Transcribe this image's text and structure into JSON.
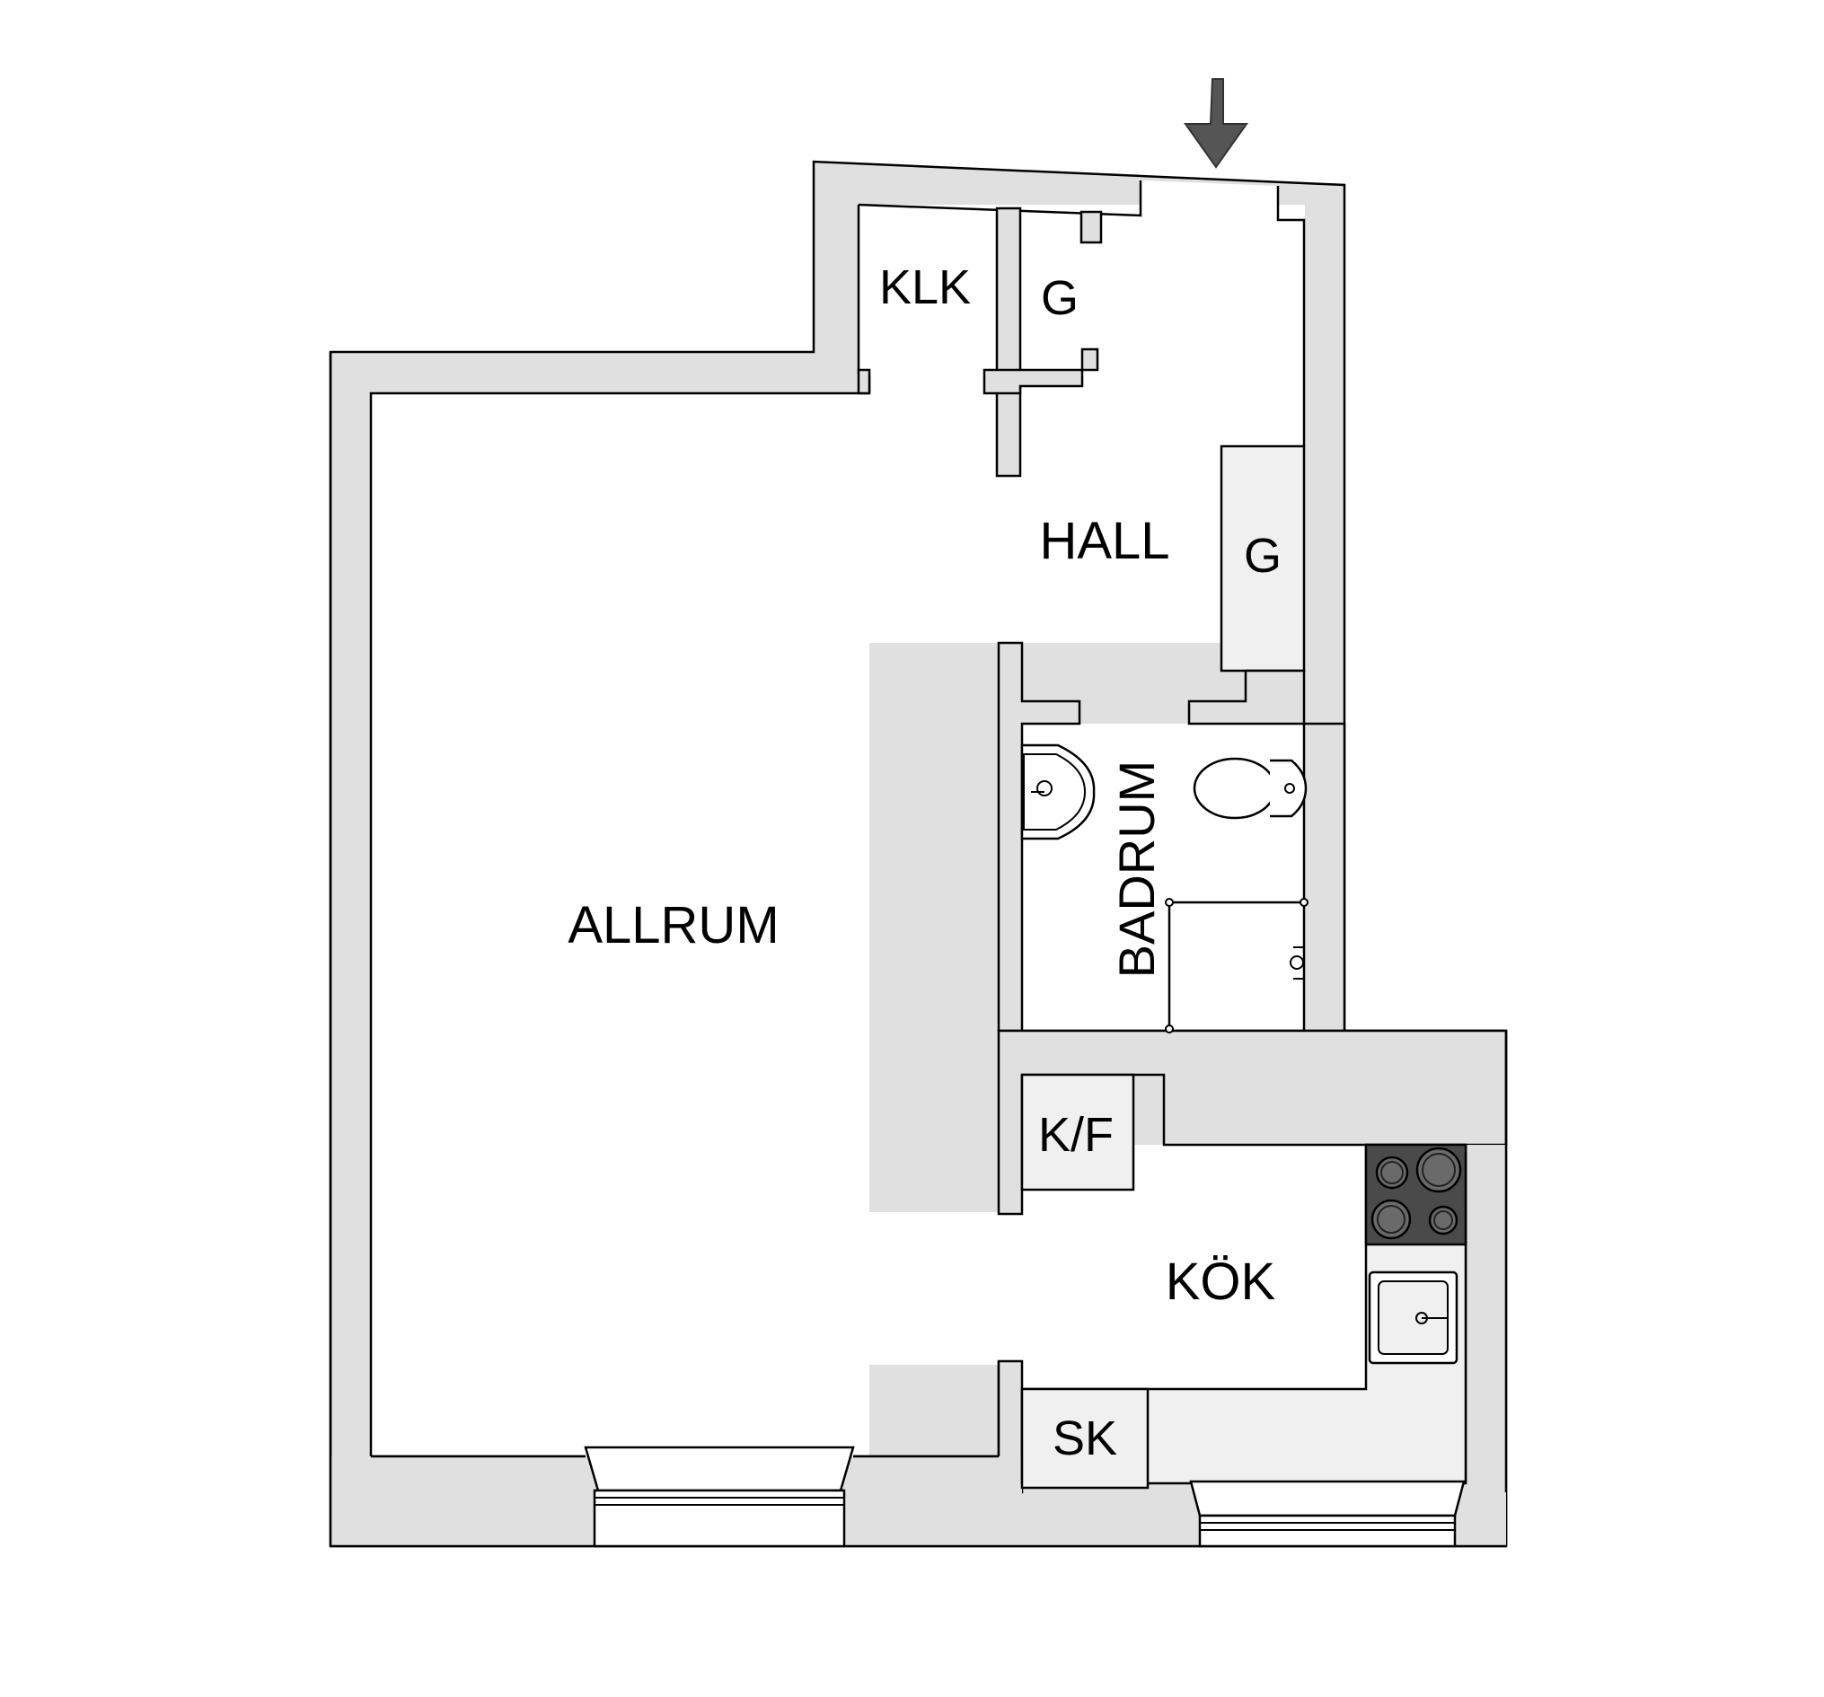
{
  "rooms": {
    "klk": "KLK",
    "garderob_top": "G",
    "hall": "HALL",
    "garderob_hall": "G",
    "badrum": "BADRUM",
    "allrum": "ALLRUM",
    "kyl_frys": "K/F",
    "kok": "KÖK",
    "skap": "SK"
  },
  "icons": {
    "entrance": "entrance-arrow-icon",
    "stove": "stove-icon",
    "sink": "kitchen-sink-icon",
    "washbasin": "washbasin-icon",
    "toilet": "toilet-icon",
    "shower": "shower-icon"
  },
  "colors": {
    "wall": "#e0e0e0",
    "fixture": "#f0f0f0",
    "stove": "#4a4a4a",
    "arrow": "#555555"
  }
}
